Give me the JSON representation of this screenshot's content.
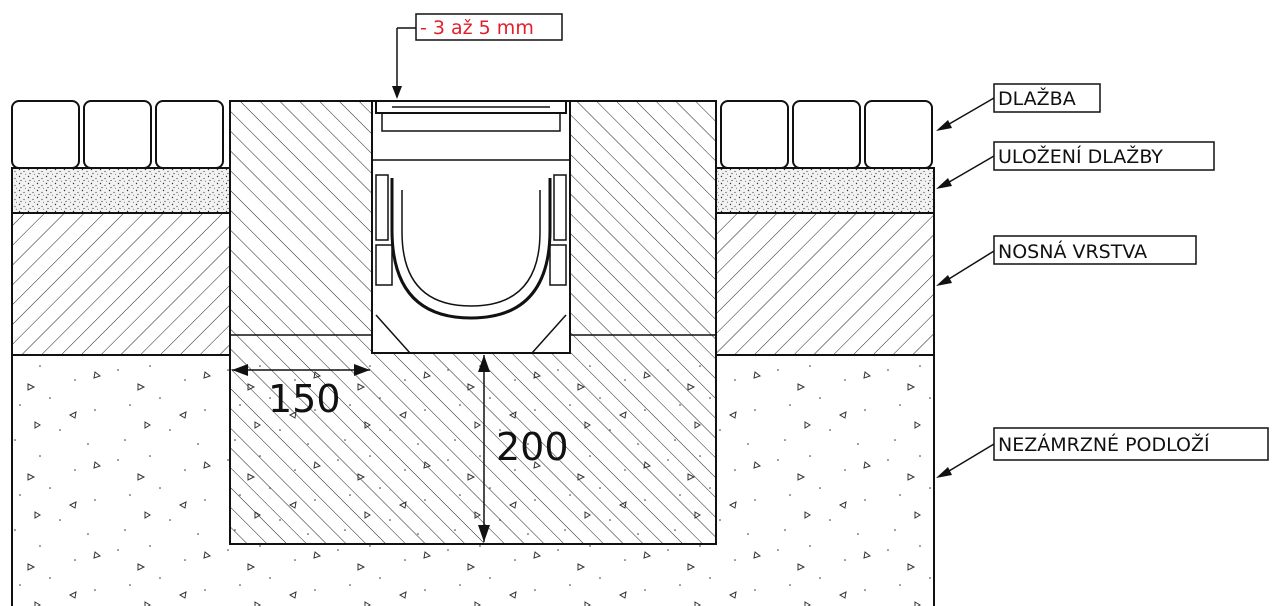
{
  "tolerance_note": "- 3 až 5 mm",
  "layers": {
    "paving": "DLAŽBA",
    "paving_bedding": "ULOŽENÍ DLAŽBY",
    "base_layer": "NOSNÁ VRSTVA",
    "frost_free_subgrade": "NEZÁMRZNÉ PODLOŽÍ"
  },
  "dimensions": {
    "width": "150",
    "depth": "200"
  },
  "colors": {
    "line": "#111111",
    "accent": "#e0202a",
    "background": "#ffffff"
  }
}
